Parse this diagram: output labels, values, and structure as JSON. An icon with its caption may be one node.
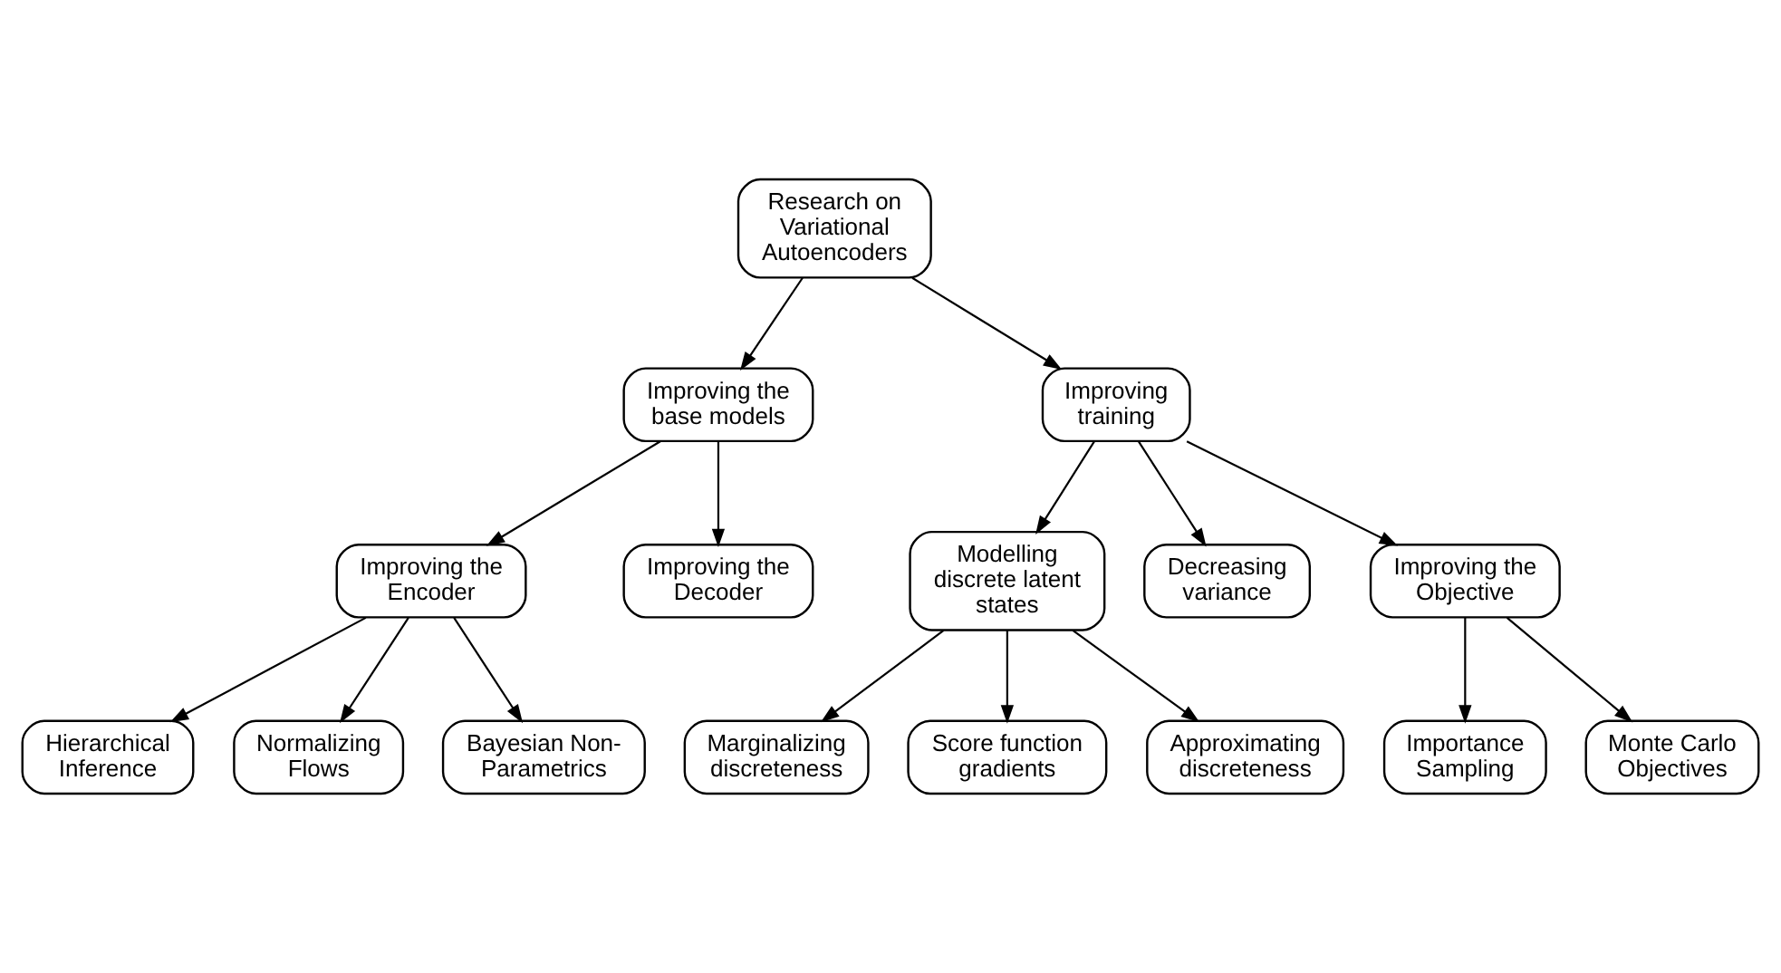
{
  "diagram": {
    "nodes": [
      {
        "text": [
          "Research on Variational Autoencoders"
        ]
      },
      {
        "text": [
          "Improving the base models"
        ]
      },
      {
        "text": [
          "Improving training"
        ]
      },
      {
        "text": [
          "Improving the Encoder"
        ]
      },
      {
        "text": [
          "Improving the Decoder"
        ]
      },
      {
        "text": [
          "Modelling discrete latent states"
        ]
      },
      {
        "text": [
          "Decreasing variance"
        ]
      },
      {
        "text": [
          "Improving the Objective"
        ]
      },
      {
        "text": [
          "Hierarchical Inference"
        ]
      },
      {
        "text": [
          "Normalizing Flows"
        ]
      },
      {
        "text": [
          "Bayesian Non-Parametrics"
        ]
      },
      {
        "text": [
          "Marginalizing discreteness"
        ]
      },
      {
        "text": [
          "Score function gradients"
        ]
      },
      {
        "text": [
          "Approximating discreteness"
        ]
      },
      {
        "text": [
          "Importance Sampling"
        ]
      },
      {
        "text": [
          "Monte Carlo Objectives"
        ]
      }
    ],
    "edges": [
      {
        "from": 0,
        "to": 1,
        "arrow": "to"
      },
      {
        "from": 0,
        "to": 2,
        "arrow": "to"
      },
      {
        "from": 1,
        "to": 3,
        "arrow": "to"
      },
      {
        "from": 1,
        "to": 4,
        "arrow": "to"
      },
      {
        "from": 2,
        "to": 5,
        "arrow": "to"
      },
      {
        "from": 2,
        "to": 6,
        "arrow": "to"
      },
      {
        "from": 2,
        "to": 7,
        "arrow": "to"
      },
      {
        "from": 3,
        "to": 8,
        "arrow": "to"
      },
      {
        "from": 3,
        "to": 9,
        "arrow": "to"
      },
      {
        "from": 3,
        "to": 10,
        "arrow": "to"
      },
      {
        "from": 5,
        "to": 11,
        "arrow": "to"
      },
      {
        "from": 5,
        "to": 12,
        "arrow": "to"
      },
      {
        "from": 5,
        "to": 13,
        "arrow": "to"
      },
      {
        "from": 7,
        "to": 14,
        "arrow": "to"
      },
      {
        "from": 7,
        "to": 15,
        "arrow": "to"
      }
    ]
  }
}
